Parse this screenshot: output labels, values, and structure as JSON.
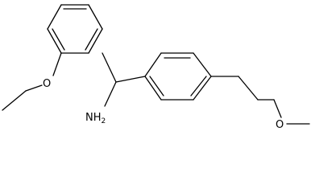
{
  "molecule": {
    "atoms": {
      "o_ether": "O",
      "amine": "NH",
      "amine_h2": "2",
      "o_methoxy": "O"
    },
    "line_color": "#000000"
  }
}
